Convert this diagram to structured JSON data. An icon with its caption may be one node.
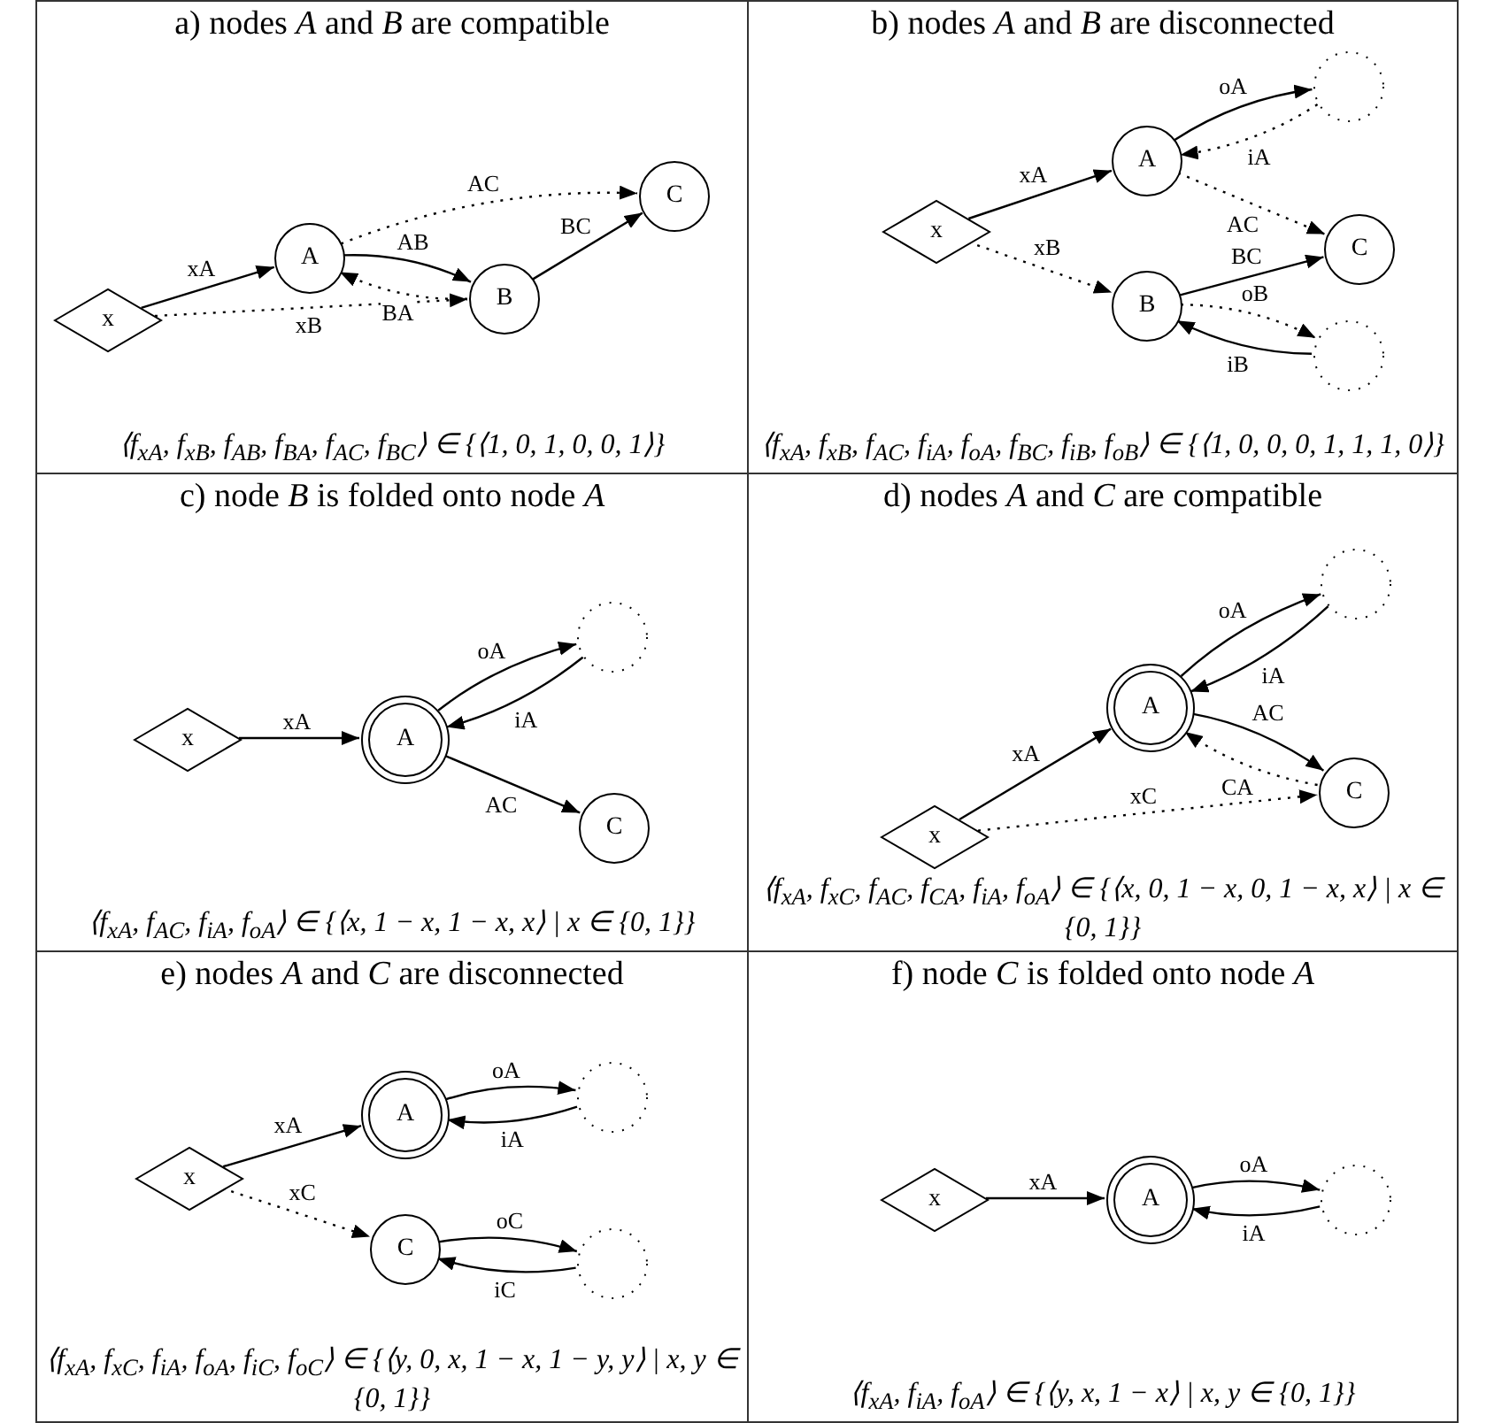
{
  "diagram": {
    "nodes": [
      {
        "text": [
          "a) nodes *A* and *B* are compatible",
          "⟨f$_{xA}$, f$_{xB}$, f$_{AB}$, f$_{BA}$, f$_{AC}$, f$_{BC}$⟩ ∈ {⟨1, 0, 1, 0, 0, 1⟩}"
        ]
      },
      {
        "text": [
          "x"
        ],
        "in": 0
      },
      {
        "text": [
          "A"
        ],
        "in": 0
      },
      {
        "text": [
          "B"
        ],
        "in": 0
      },
      {
        "text": [
          "C"
        ],
        "in": 0
      },
      {
        "text": [
          "b) nodes *A* and *B* are disconnected",
          "⟨f$_{xA}$, f$_{xB}$, f$_{AC}$, f$_{iA}$, f$_{oA}$, f$_{BC}$, f$_{iB}$, f$_{oB}$⟩ ∈ {⟨1, 0, 0, 0, 1, 1, 1, 0⟩}"
        ]
      },
      {
        "text": [
          "x"
        ],
        "in": 5
      },
      {
        "text": [
          "A"
        ],
        "in": 5
      },
      {
        "text": [
          "B"
        ],
        "in": 5
      },
      {
        "text": [
          "C"
        ],
        "in": 5
      },
      {
        "text": [],
        "shape": "circle",
        "in": 5
      },
      {
        "text": [],
        "shape": "circle",
        "in": 5
      },
      {
        "text": [
          "c) node *B* is folded onto node *A*",
          "⟨f$_{xA}$, f$_{AC}$, f$_{iA}$, f$_{oA}$⟩ ∈ {⟨x, 1 − x, 1 − x, x⟩ | x ∈ {0, 1}}"
        ]
      },
      {
        "text": [
          "x"
        ],
        "in": 12
      },
      {
        "text": [
          "A"
        ],
        "in": 12
      },
      {
        "text": [],
        "shape": "circle",
        "in": 12
      },
      {
        "text": [
          "C"
        ],
        "in": 12
      },
      {
        "text": [
          "d) nodes *A* and *C* are compatible",
          "⟨f$_{xA}$, f$_{xC}$, f$_{AC}$, f$_{CA}$, f$_{iA}$, f$_{oA}$⟩ ∈ {⟨x, 0, 1 − x, 0, 1 − x, x⟩ | x ∈ {0, 1}}"
        ]
      },
      {
        "text": [
          "x"
        ],
        "in": 17
      },
      {
        "text": [
          "A"
        ],
        "in": 17
      },
      {
        "text": [],
        "shape": "circle",
        "in": 17
      },
      {
        "text": [
          "C"
        ],
        "in": 17
      },
      {
        "text": [
          "e) nodes *A* and *C* are disconnected",
          "⟨f$_{xA}$, f$_{xC}$, f$_{iA}$, f$_{oA}$, f$_{iC}$, f$_{oC}$⟩ ∈ {⟨y, 0, x, 1 − x, 1 − y, y⟩ | x, y ∈ {0, 1}}"
        ]
      },
      {
        "text": [
          "x"
        ],
        "in": 22
      },
      {
        "text": [
          "A"
        ],
        "in": 22
      },
      {
        "text": [],
        "shape": "circle",
        "in": 22
      },
      {
        "text": [
          "C"
        ],
        "in": 22
      },
      {
        "text": [],
        "shape": "circle",
        "in": 22
      },
      {
        "text": [
          "f) node *C* is folded onto node *A*",
          "⟨f$_{xA}$, f$_{iA}$, f$_{oA}$⟩ ∈ {⟨y, x, 1 − x⟩ | x, y ∈ {0, 1}}"
        ]
      },
      {
        "text": [
          "x"
        ],
        "in": 28
      },
      {
        "text": [
          "A"
        ],
        "in": 28
      },
      {
        "text": [],
        "shape": "circle",
        "in": 28
      }
    ],
    "edges": [
      {
        "from": 1,
        "to": 2,
        "arrow": "to",
        "label": "xA"
      },
      {
        "from": 1,
        "to": 3,
        "arrow": "to",
        "label": "xB",
        "style": "dashed"
      },
      {
        "from": 2,
        "to": 3,
        "arrow": "to",
        "label": "AB"
      },
      {
        "from": 3,
        "to": 2,
        "arrow": "to",
        "label": "BA",
        "style": "dashed"
      },
      {
        "from": 2,
        "to": 4,
        "arrow": "to",
        "label": "AC",
        "style": "dashed"
      },
      {
        "from": 3,
        "to": 4,
        "arrow": "to",
        "label": "BC"
      },
      {
        "from": 6,
        "to": 7,
        "arrow": "to",
        "label": "xA"
      },
      {
        "from": 6,
        "to": 8,
        "arrow": "to",
        "label": "xB",
        "style": "dashed"
      },
      {
        "from": 7,
        "to": 10,
        "arrow": "to",
        "label": "oA"
      },
      {
        "from": 10,
        "to": 7,
        "arrow": "to",
        "label": "iA",
        "style": "dashed"
      },
      {
        "from": 7,
        "to": 9,
        "arrow": "to",
        "label": "AC",
        "style": "dashed"
      },
      {
        "from": 8,
        "to": 9,
        "arrow": "to",
        "label": "BC"
      },
      {
        "from": 11,
        "to": 8,
        "arrow": "to",
        "label": "iB"
      },
      {
        "from": 8,
        "to": 11,
        "arrow": "to",
        "label": "oB",
        "style": "dashed"
      },
      {
        "from": 13,
        "to": 14,
        "arrow": "to",
        "label": "xA"
      },
      {
        "from": 14,
        "to": 15,
        "arrow": "to",
        "label": "oA"
      },
      {
        "from": 15,
        "to": 14,
        "arrow": "to",
        "label": "iA"
      },
      {
        "from": 14,
        "to": 16,
        "arrow": "to",
        "label": "AC"
      },
      {
        "from": 18,
        "to": 19,
        "arrow": "to",
        "label": "xA"
      },
      {
        "from": 19,
        "to": 20,
        "arrow": "to",
        "label": "oA"
      },
      {
        "from": 20,
        "to": 19,
        "arrow": "to",
        "label": "iA"
      },
      {
        "from": 19,
        "to": 21,
        "arrow": "to",
        "label": "AC"
      },
      {
        "from": 21,
        "to": 19,
        "arrow": "to",
        "label": "CA",
        "style": "dashed"
      },
      {
        "from": 18,
        "to": 21,
        "arrow": "to",
        "label": "xC",
        "style": "dashed"
      },
      {
        "from": 23,
        "to": 24,
        "arrow": "to",
        "label": "xA"
      },
      {
        "from": 24,
        "to": 25,
        "arrow": "to",
        "label": "oA"
      },
      {
        "from": 25,
        "to": 24,
        "arrow": "to",
        "label": "iA"
      },
      {
        "from": 23,
        "to": 26,
        "arrow": "to",
        "label": "xC",
        "style": "dashed"
      },
      {
        "from": 26,
        "to": 27,
        "arrow": "to",
        "label": "oC"
      },
      {
        "from": 27,
        "to": 26,
        "arrow": "to",
        "label": "iC"
      },
      {
        "from": 29,
        "to": 30,
        "arrow": "to",
        "label": "xA"
      },
      {
        "from": 30,
        "to": 31,
        "arrow": "to",
        "label": "oA"
      },
      {
        "from": 31,
        "to": 30,
        "arrow": "to",
        "label": "iA"
      }
    ]
  }
}
